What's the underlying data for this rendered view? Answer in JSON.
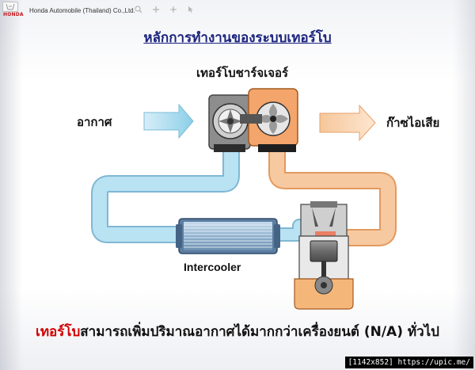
{
  "header": {
    "brand": "HONDA",
    "company": "Honda Automobile (Thailand) Co.,Ltd.",
    "tools": [
      "search-icon",
      "plus-icon",
      "move-icon",
      "cursor-icon"
    ]
  },
  "slide": {
    "title": "หลักการทำงานของระบบเทอร์โบ",
    "labels": {
      "turbocharger": "เทอร์โบชาร์จเจอร์",
      "air": "อากาศ",
      "exhaust": "ก๊าซไอเสีย",
      "intercooler": "Intercooler"
    },
    "caption": {
      "highlight": "เทอร์โบ",
      "rest": "สามารถเพิ่มปริมาณอากาศได้มากกว่าเครื่องยนต์ (N/A) ทั่วไป"
    }
  },
  "colors": {
    "title": "#1a237e",
    "air_pipe": "#a9d9ec",
    "exhaust_pipe": "#f3b37c",
    "highlight": "#d00000"
  },
  "watermark": "[1142x852] https://upic.me/"
}
